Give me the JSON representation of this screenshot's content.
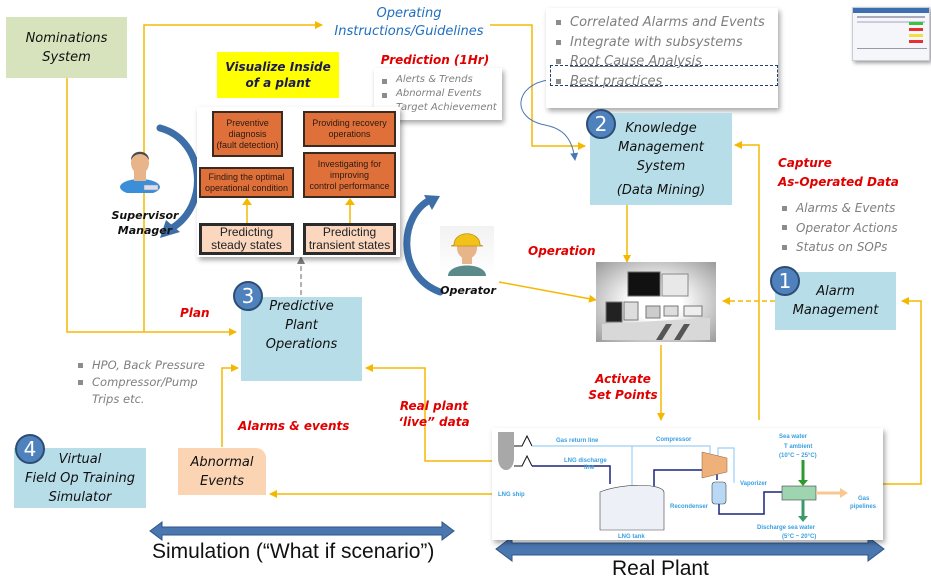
{
  "nodes": {
    "nominations": {
      "line1": "Nominations",
      "line2": "System"
    },
    "knowledge": {
      "badge": "2",
      "line1": "Knowledge",
      "line2": "Management",
      "line3": "System",
      "line4": "(Data Mining)"
    },
    "alarm": {
      "badge": "1",
      "line1": "Alarm",
      "line2": "Management"
    },
    "predictive": {
      "badge": "3",
      "line1": "Predictive",
      "line2": "Plant",
      "line3": "Operations"
    },
    "virtual": {
      "badge": "4",
      "line1": "Virtual",
      "line2": "Field Op Training",
      "line3": "Simulator"
    },
    "abnormal": {
      "line1": "Abnormal",
      "line2": "Events"
    }
  },
  "labels": {
    "operating_guidelines": {
      "line1": "Operating",
      "line2": "Instructions/Guidelines"
    },
    "visualize": {
      "line1": "Visualize Inside",
      "line2": "of a plant"
    },
    "prediction_title": "Prediction (1Hr)",
    "capture": {
      "line1": "Capture",
      "line2": "As-Operated Data"
    },
    "operation": "Operation",
    "plan": "Plan",
    "activate": {
      "line1": "Activate",
      "line2": "Set Points"
    },
    "alarms_events": "Alarms & events",
    "real_plant_live": {
      "line1": "Real plant",
      "line2": "‘live” data"
    },
    "supervisor": {
      "line1": "Supervisor",
      "line2": "Manager"
    },
    "operator": "Operator",
    "simulation": "Simulation (“What if scenario”)",
    "real_plant": "Real Plant"
  },
  "lists": {
    "prediction": [
      "Alerts & Trends",
      "Abnormal Events",
      "Target Achievement"
    ],
    "knowledge_features": [
      "Correlated Alarms and Events",
      "Integrate with subsystems",
      "Root Cause Analysis",
      "Best practices"
    ],
    "capture": [
      "Alarms & Events",
      "Operator Actions",
      "Status on SOPs"
    ],
    "scenarios": [
      "HPO, Back Pressure",
      "Compressor/Pump",
      "Trips etc."
    ]
  },
  "visualize_grid": {
    "preventive": {
      "line1": "Preventive",
      "line2": "diagnosis",
      "line3": "(fault detection)"
    },
    "recovery": {
      "line1": "Providing recovery",
      "line2": "operations"
    },
    "optimal": {
      "line1": "Finding the optimal",
      "line2": "operational condition"
    },
    "investigating": {
      "line1": "Investigating for",
      "line2": "improving",
      "line3": "control performance"
    },
    "steady": {
      "line1": "Predicting",
      "line2": "steady states"
    },
    "transient": {
      "line1": "Predicting",
      "line2": "transient states"
    }
  },
  "plant_diagram": {
    "gas_return": "Gas return line",
    "compressor": "Compressor",
    "sea_water": "Sea water",
    "t_ambient": "T ambient",
    "ambient_range": "(10°C ~ 25°C)",
    "lng_discharge": "LNG discharge",
    "lng_discharge2": "line",
    "vaporizer": "Vaporizer",
    "lng_ship": "LNG ship",
    "recondenser": "Recondenser",
    "gas_pipelines": "Gas",
    "gas_pipelines2": "pipelines",
    "discharge_sea": "Discharge sea water",
    "discharge_range": "(5°C ~ 20°C)",
    "lng_tank": "LNG tank"
  },
  "colors": {
    "connector": "#f5b800",
    "label_red": "#e00000",
    "label_blue": "#1f6fbf",
    "badge": "#4f81bd",
    "arrow_blue": "#4a77b0"
  }
}
